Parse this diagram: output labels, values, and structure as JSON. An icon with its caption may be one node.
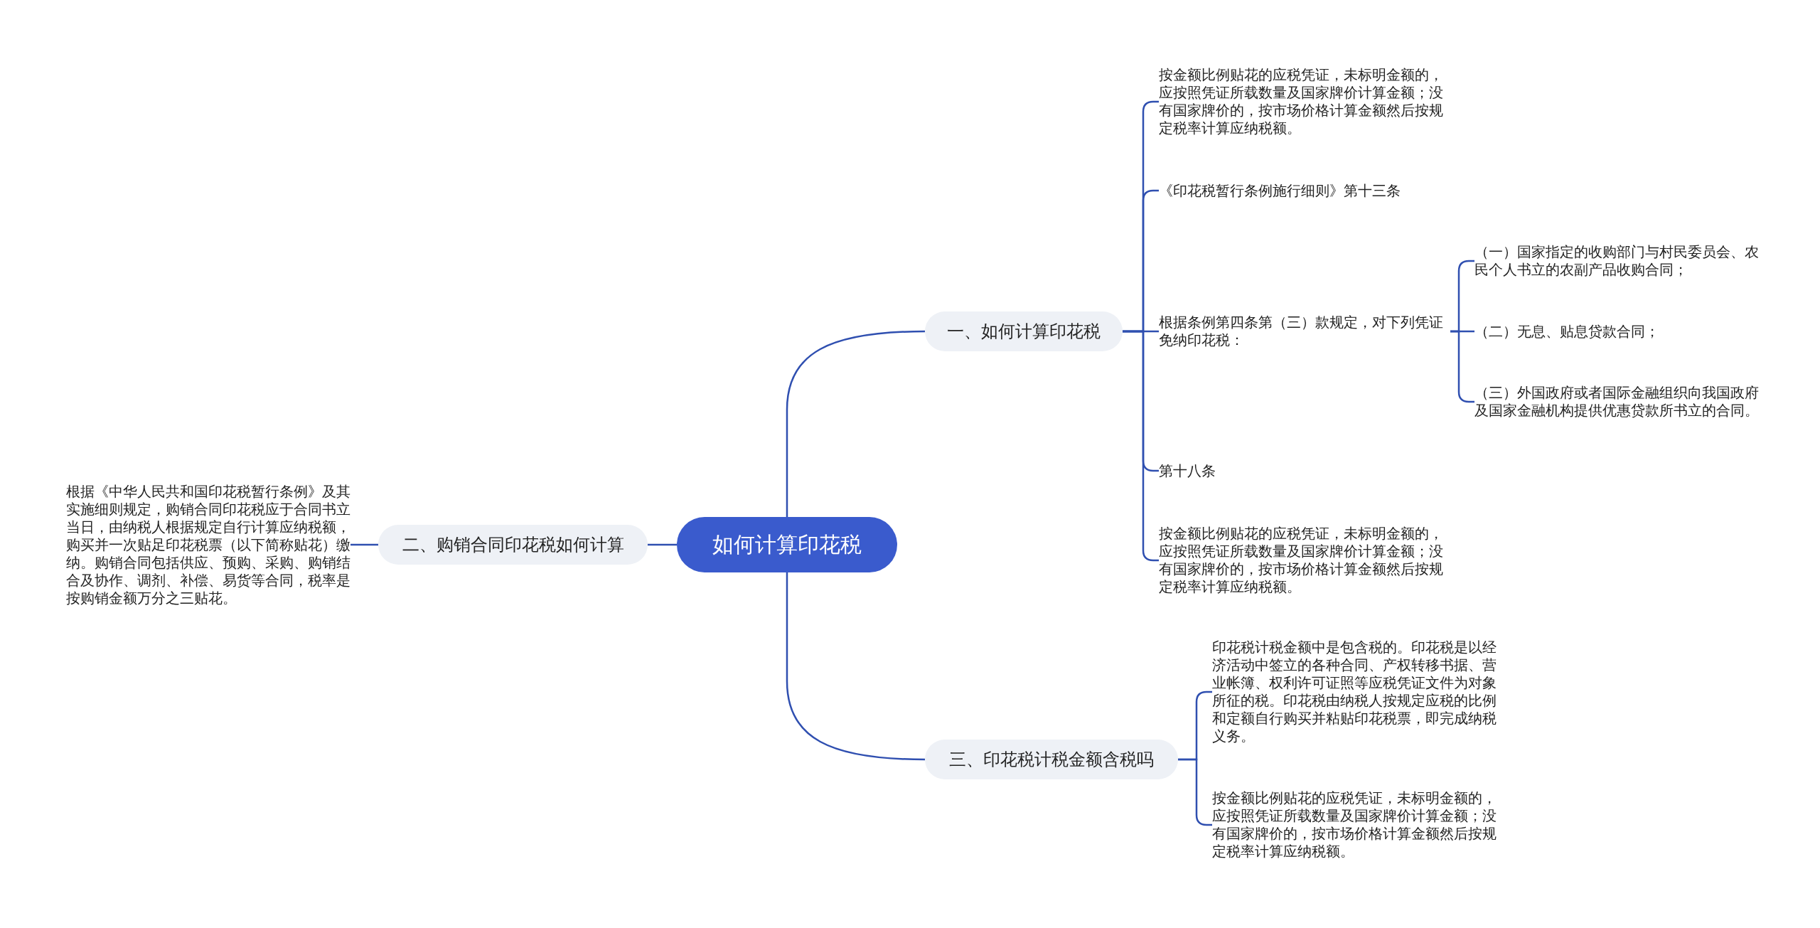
{
  "diagram": {
    "nodes": [
      {
        "text": [
          "如何计算印花税"
        ]
      },
      {
        "text": [
          "一、如何计算印花税"
        ]
      },
      {
        "text": [
          "按金额比例贴花的应税凭证，未标明金额的，应按照凭证所载数量及国家牌价计算金额；没有国家牌价的，按市场价格计算金额然后按规定税率计算应纳税额。"
        ]
      },
      {
        "text": [
          "《印花税暂行条例施行细则》第十三条"
        ]
      },
      {
        "text": [
          "根据条例第四条第（三）款规定，对下列凭证免纳印花税："
        ]
      },
      {
        "text": [
          "（一）国家指定的收购部门与村民委员会、农民个人书立的农副产品收购合同；"
        ]
      },
      {
        "text": [
          "（二）无息、贴息贷款合同；"
        ]
      },
      {
        "text": [
          "（三）外国政府或者国际金融组织向我国政府及国家金融机构提供优惠贷款所书立的合同。"
        ]
      },
      {
        "text": [
          "第十八条"
        ]
      },
      {
        "text": [
          "按金额比例贴花的应税凭证，未标明金额的，应按照凭证所载数量及国家牌价计算金额；没有国家牌价的，按市场价格计算金额然后按规定税率计算应纳税额。"
        ]
      },
      {
        "text": [
          "二、购销合同印花税如何计算"
        ]
      },
      {
        "text": [
          "根据《中华人民共和国印花税暂行条例》及其实施细则规定，购销合同印花税应于合同书立当日，由纳税人根据规定自行计算应纳税额，购买并一次贴足印花税票（以下简称贴花）缴纳。购销合同包括供应、预购、采购、购销结合及协作、调剂、补偿、易货等合同，税率是按购销金额万分之三贴花。"
        ]
      },
      {
        "text": [
          "三、印花税计税金额含税吗"
        ]
      },
      {
        "text": [
          "印花税计税金额中是包含税的。印花税是以经济活动中签立的各种合同、产权转移书据、营业帐簿、权利许可证照等应税凭证文件为对象所征的税。印花税由纳税人按规定应税的比例和定额自行购买并粘贴印花税票，即完成纳税义务。"
        ]
      },
      {
        "text": [
          "按金额比例贴花的应税凭证，未标明金额的，应按照凭证所载数量及国家牌价计算金额；没有国家牌价的，按市场价格计算金额然后按规定税率计算应纳税额。"
        ]
      }
    ],
    "edges": [
      {
        "from": 0,
        "to": 1,
        "arrow": "none"
      },
      {
        "from": 1,
        "to": 2,
        "arrow": "none"
      },
      {
        "from": 1,
        "to": 3,
        "arrow": "none"
      },
      {
        "from": 1,
        "to": 4,
        "arrow": "none"
      },
      {
        "from": 4,
        "to": 5,
        "arrow": "none"
      },
      {
        "from": 4,
        "to": 6,
        "arrow": "none"
      },
      {
        "from": 4,
        "to": 7,
        "arrow": "none"
      },
      {
        "from": 1,
        "to": 8,
        "arrow": "none"
      },
      {
        "from": 1,
        "to": 9,
        "arrow": "none"
      },
      {
        "from": 0,
        "to": 10,
        "arrow": "none"
      },
      {
        "from": 10,
        "to": 11,
        "arrow": "none"
      },
      {
        "from": 0,
        "to": 12,
        "arrow": "none"
      },
      {
        "from": 12,
        "to": 13,
        "arrow": "none"
      },
      {
        "from": 12,
        "to": 14,
        "arrow": "none"
      }
    ]
  }
}
